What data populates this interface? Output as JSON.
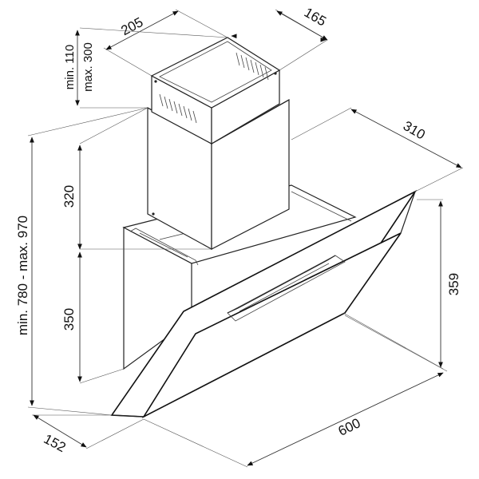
{
  "dimensions": {
    "chimney_width": "205",
    "chimney_depth": "165",
    "chimney_min": "min. 110",
    "chimney_max": "max. 300",
    "chimney_height": "320",
    "total_height": "min. 780 - max. 970",
    "body_height": "350",
    "hood_depth": "310",
    "glass_height": "359",
    "base_depth": "152",
    "hood_width": "600"
  }
}
